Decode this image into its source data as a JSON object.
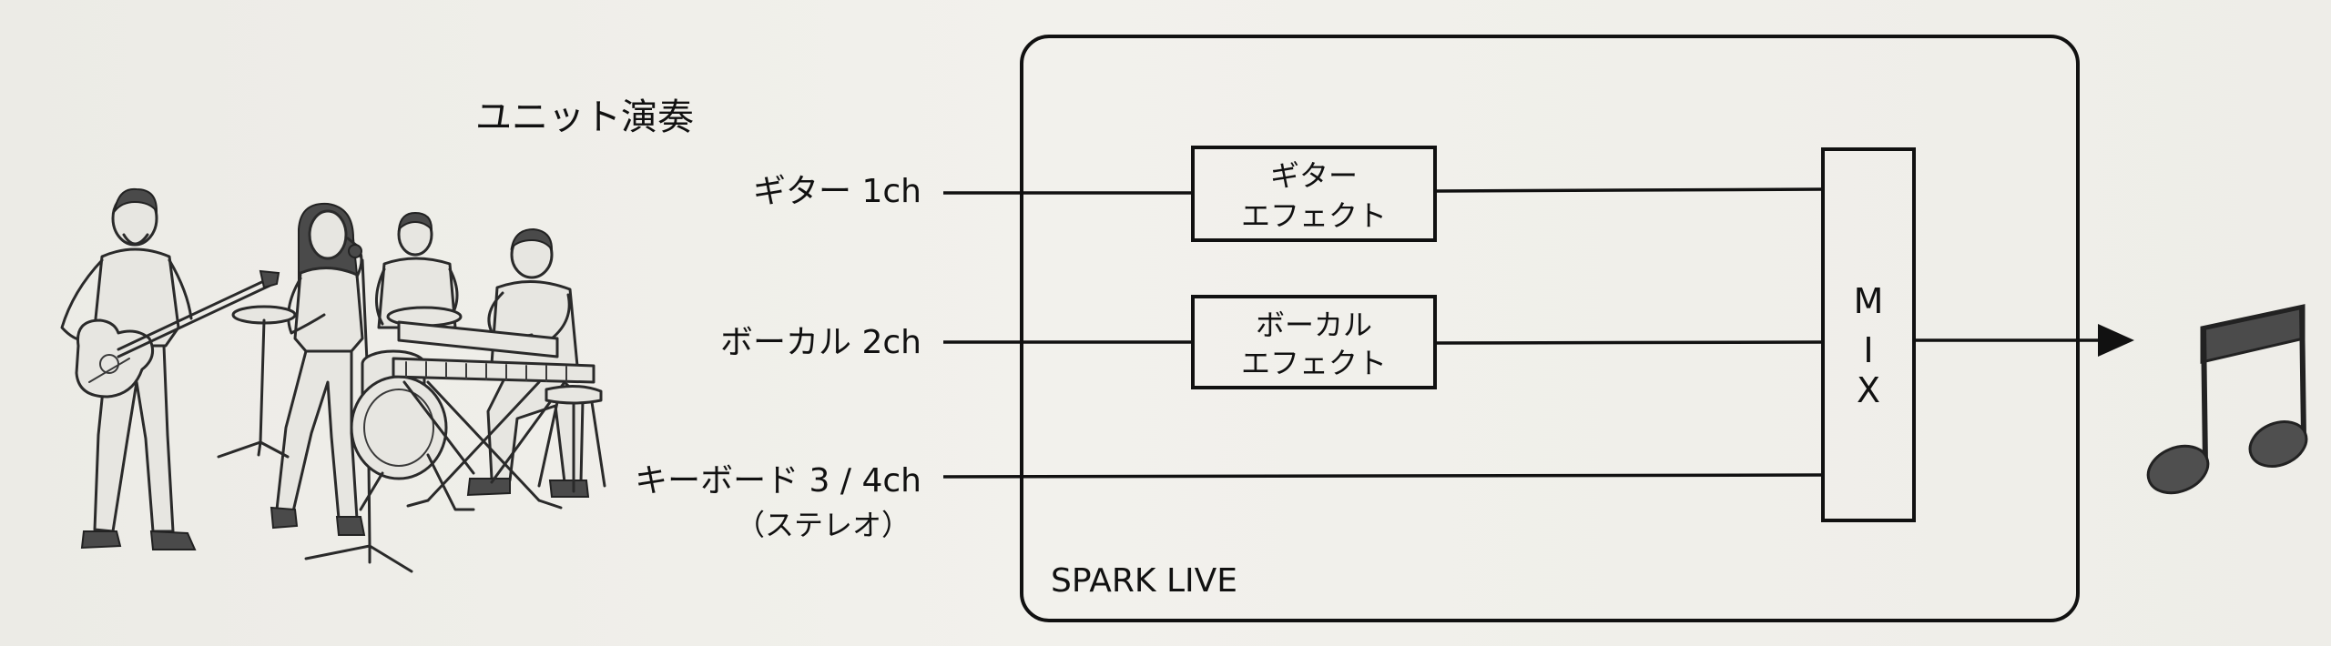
{
  "band_title": "ユニット演奏",
  "inputs": [
    {
      "label": "ギター 1ch"
    },
    {
      "label": "ボーカル 2ch"
    },
    {
      "label": "キーボード 3 / 4ch",
      "sublabel": "（ステレオ）"
    }
  ],
  "effects": [
    {
      "line1": "ギター",
      "line2": "エフェクト"
    },
    {
      "line1": "ボーカル",
      "line2": "エフェクト"
    }
  ],
  "mixer": {
    "letters": [
      "M",
      "I",
      "X"
    ]
  },
  "device_label": "SPARK LIVE",
  "icons": {
    "band": "band-illustration-icon",
    "output": "arrow-right-icon",
    "music": "music-note-icon"
  }
}
